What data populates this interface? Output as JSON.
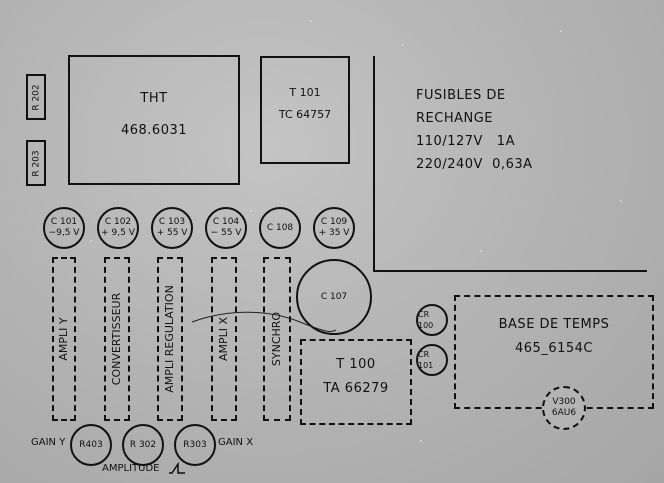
{
  "resistors_top": {
    "r202": "R 202",
    "r203": "R 203"
  },
  "tht": {
    "title": "THT",
    "ref": "468.6031"
  },
  "t101": {
    "title": "T 101",
    "ref": "TC 64757"
  },
  "fuses": {
    "line1": "FUSIBLES DE",
    "line2": "RECHANGE",
    "line3": "110/127V   1A",
    "line4": "220/240V  0,63A"
  },
  "capacitors": [
    {
      "id": "C 101",
      "value": "−9,5 V"
    },
    {
      "id": "C 102",
      "value": "+ 9,5 V"
    },
    {
      "id": "C 103",
      "value": "+ 55 V"
    },
    {
      "id": "C 104",
      "value": "− 55 V"
    },
    {
      "id": "C 108",
      "value": ""
    },
    {
      "id": "C 109",
      "value": "+ 35 V"
    }
  ],
  "modules": {
    "ampli_y": "AMPLI  Y",
    "convertisseur": "CONVERTISSEUR",
    "ampli_regulation": "AMPLI REGULATION",
    "ampli_x": "AMPLI  X",
    "synchro": "SYNCHRO"
  },
  "c107": "C 107",
  "t100": {
    "title": "T 100",
    "ref": "TA 66279"
  },
  "cr100": "CR 100",
  "cr101": "CR 101",
  "base_temps": {
    "title": "BASE DE TEMPS",
    "ref": "465_6154C"
  },
  "v300": {
    "id": "V300",
    "tube": "6AU6"
  },
  "pots": {
    "r403": "R403",
    "r302": "R 302",
    "r303": "R303"
  },
  "labels": {
    "gain_y": "GAIN Y",
    "gain_x": "GAIN X",
    "amplitude": "AMPLITUDE"
  }
}
